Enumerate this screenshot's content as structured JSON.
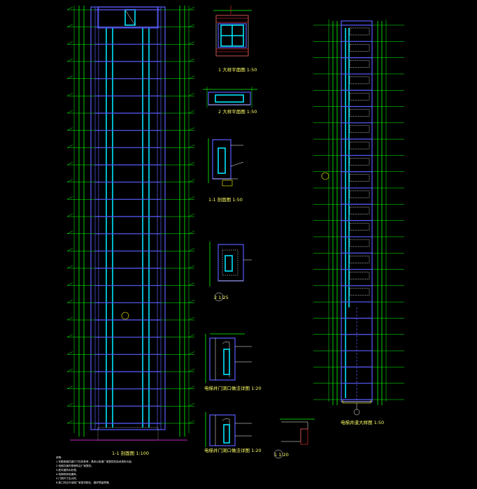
{
  "drawing": {
    "background": "#000000",
    "colors": {
      "axis": "#00ff00",
      "structure": "#5a5cff",
      "shaft": "#00e5ff",
      "text": "#ffffff",
      "caption": "#ffff66"
    },
    "left_section": {
      "caption": "1-1 剖面图 1:100",
      "axis_bubble": "1",
      "level_count": 25
    },
    "right_section": {
      "caption": "电梯井道大样图 1:50",
      "axis_bubble": "2",
      "level_count": 24
    },
    "details": [
      {
        "caption": "1 大样平面图 1:50"
      },
      {
        "caption": "2 大样平面图 1:50"
      },
      {
        "caption": "1-1 剖面图 1:50"
      },
      {
        "caption": "2 1:25"
      },
      {
        "caption": "电梯井门洞口做法详图 1:20"
      },
      {
        "caption": "电梯井门洞口做法详图 1:20"
      },
      {
        "caption": "1 1:20"
      }
    ],
    "notes": [
      "说明:",
      "1.本图电梯井道尺寸仅供参考，具体以电梯厂家提供的技术资料为准。",
      "2.电梯井道内预埋件由厂家提供。",
      "3.底坑做防水处理。",
      "4.电梯机房设通风。",
      "5.门洞尺寸见大样。",
      "6.施工时应与电梯厂家密切配合，做好预留预埋。"
    ]
  }
}
